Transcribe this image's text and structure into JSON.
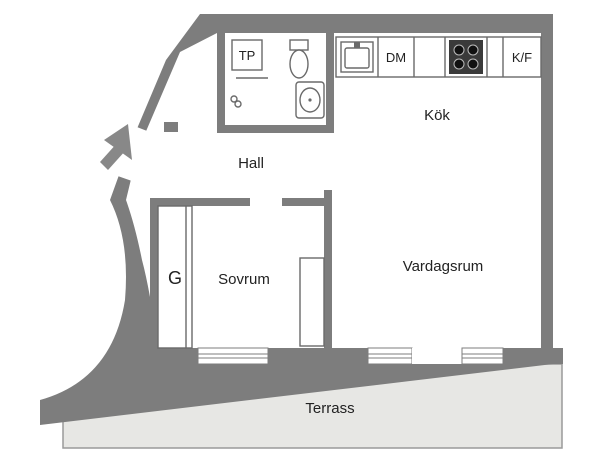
{
  "rooms": {
    "hall": "Hall",
    "kitchen": "Kök",
    "living_room": "Vardagsrum",
    "bedroom": "Sovrum",
    "terrace": "Terrass"
  },
  "fixtures": {
    "wardrobe": "G",
    "washer": "TP",
    "dishwasher": "DM",
    "fridge_freezer": "K/F"
  },
  "icons": {
    "entrance": "entrance-arrow-icon",
    "toilet": "toilet-icon",
    "sink": "sink-icon",
    "stove": "stove-icon"
  }
}
